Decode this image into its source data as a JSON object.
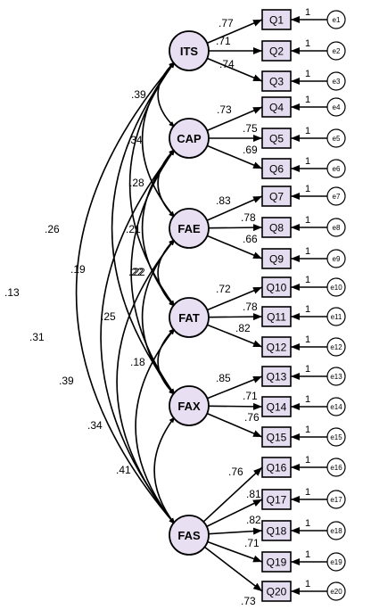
{
  "latents": [
    {
      "id": "ITS",
      "label": "ITS"
    },
    {
      "id": "CAP",
      "label": "CAP"
    },
    {
      "id": "FAE",
      "label": "FAE"
    },
    {
      "id": "FAT",
      "label": "FAT"
    },
    {
      "id": "FAX",
      "label": "FAX"
    },
    {
      "id": "FAS",
      "label": "FAS"
    }
  ],
  "observed": [
    {
      "label": "Q1",
      "latent": "ITS",
      "loading": ".77",
      "error": "e1",
      "error_weight": "1"
    },
    {
      "label": "Q2",
      "latent": "ITS",
      "loading": ".71",
      "error": "e2",
      "error_weight": "1"
    },
    {
      "label": "Q3",
      "latent": "ITS",
      "loading": ".74",
      "error": "e3",
      "error_weight": "1"
    },
    {
      "label": "Q4",
      "latent": "CAP",
      "loading": ".73",
      "error": "e4",
      "error_weight": "1"
    },
    {
      "label": "Q5",
      "latent": "CAP",
      "loading": ".75",
      "error": "e5",
      "error_weight": "1"
    },
    {
      "label": "Q6",
      "latent": "CAP",
      "loading": ".69",
      "error": "e6",
      "error_weight": "1"
    },
    {
      "label": "Q7",
      "latent": "FAE",
      "loading": ".83",
      "error": "e7",
      "error_weight": "1"
    },
    {
      "label": "Q8",
      "latent": "FAE",
      "loading": ".78",
      "error": "e8",
      "error_weight": "1"
    },
    {
      "label": "Q9",
      "latent": "FAE",
      "loading": ".66",
      "error": "e9",
      "error_weight": "1"
    },
    {
      "label": "Q10",
      "latent": "FAT",
      "loading": ".72",
      "error": "e10",
      "error_weight": "1"
    },
    {
      "label": "Q11",
      "latent": "FAT",
      "loading": ".78",
      "error": "e11",
      "error_weight": "1"
    },
    {
      "label": "Q12",
      "latent": "FAT",
      "loading": ".82",
      "error": "e12",
      "error_weight": "1"
    },
    {
      "label": "Q13",
      "latent": "FAX",
      "loading": ".85",
      "error": "e13",
      "error_weight": "1"
    },
    {
      "label": "Q14",
      "latent": "FAX",
      "loading": ".71",
      "error": "e14",
      "error_weight": "1"
    },
    {
      "label": "Q15",
      "latent": "FAX",
      "loading": ".76",
      "error": "e15",
      "error_weight": "1"
    },
    {
      "label": "Q16",
      "latent": "FAS",
      "loading": ".76",
      "error": "e16",
      "error_weight": "1"
    },
    {
      "label": "Q17",
      "latent": "FAS",
      "loading": ".81",
      "error": "e17",
      "error_weight": "1"
    },
    {
      "label": "Q18",
      "latent": "FAS",
      "loading": ".82",
      "error": "e18",
      "error_weight": "1"
    },
    {
      "label": "Q19",
      "latent": "FAS",
      "loading": ".71",
      "error": "e19",
      "error_weight": "1"
    },
    {
      "label": "Q20",
      "latent": "FAS",
      "loading": ".73",
      "error": "e20",
      "error_weight": "1"
    }
  ],
  "covariances": [
    {
      "from": "ITS",
      "to": "CAP",
      "value": ".39"
    },
    {
      "from": "ITS",
      "to": "FAE",
      "value": ".34"
    },
    {
      "from": "ITS",
      "to": "FAT",
      "value": ".21"
    },
    {
      "from": "ITS",
      "to": "FAX",
      "value": ".26"
    },
    {
      "from": "ITS",
      "to": "FAS",
      "value": ".13"
    },
    {
      "from": "CAP",
      "to": "FAE",
      "value": ".28"
    },
    {
      "from": "CAP",
      "to": "FAT",
      "value": ".22"
    },
    {
      "from": "CAP",
      "to": "FAX",
      "value": ".19"
    },
    {
      "from": "CAP",
      "to": "FAS",
      "value": ".31"
    },
    {
      "from": "FAE",
      "to": "FAT",
      "value": ".22"
    },
    {
      "from": "FAE",
      "to": "FAX",
      "value": ".25"
    },
    {
      "from": "FAE",
      "to": "FAS",
      "value": ".39"
    },
    {
      "from": "FAT",
      "to": "FAX",
      "value": ".18"
    },
    {
      "from": "FAT",
      "to": "FAS",
      "value": ".34"
    },
    {
      "from": "FAX",
      "to": "FAS",
      "value": ".41"
    }
  ],
  "colors": {
    "latent_fill": "#e8dff3",
    "observed_fill": "#e4dcef",
    "error_fill": "#ffffff",
    "stroke": "#000000"
  }
}
